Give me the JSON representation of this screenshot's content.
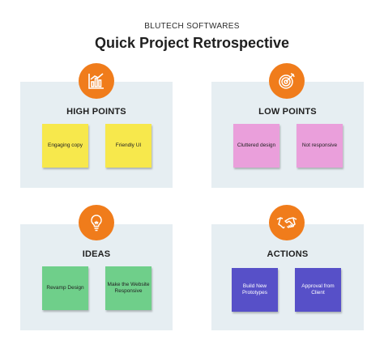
{
  "header": {
    "company": "BLUTECH SOFTWARES",
    "title": "Quick Project Retrospective"
  },
  "sections": {
    "high_points": {
      "title": "HIGH POINTS",
      "icon": "bar-chart-icon",
      "notes": [
        "Engaging copy",
        "Friendly UI"
      ]
    },
    "low_points": {
      "title": "LOW POINTS",
      "icon": "target-icon",
      "notes": [
        "Cluttered design",
        "Not responsive"
      ]
    },
    "ideas": {
      "title": "IDEAS",
      "icon": "lightbulb-icon",
      "notes": [
        "Revamp Design",
        "Make the Website Responsive"
      ]
    },
    "actions": {
      "title": "ACTIONS",
      "icon": "handshake-icon",
      "notes": [
        "Build New Prototypes",
        "Approval from Client"
      ]
    }
  },
  "colors": {
    "badge": "#f07c1b",
    "panel": "#e6eef2",
    "yellow_note": "#f7e84c",
    "pink_note": "#ea9fdb",
    "green_note": "#6fcf8a",
    "purple_note": "#5750c8"
  }
}
